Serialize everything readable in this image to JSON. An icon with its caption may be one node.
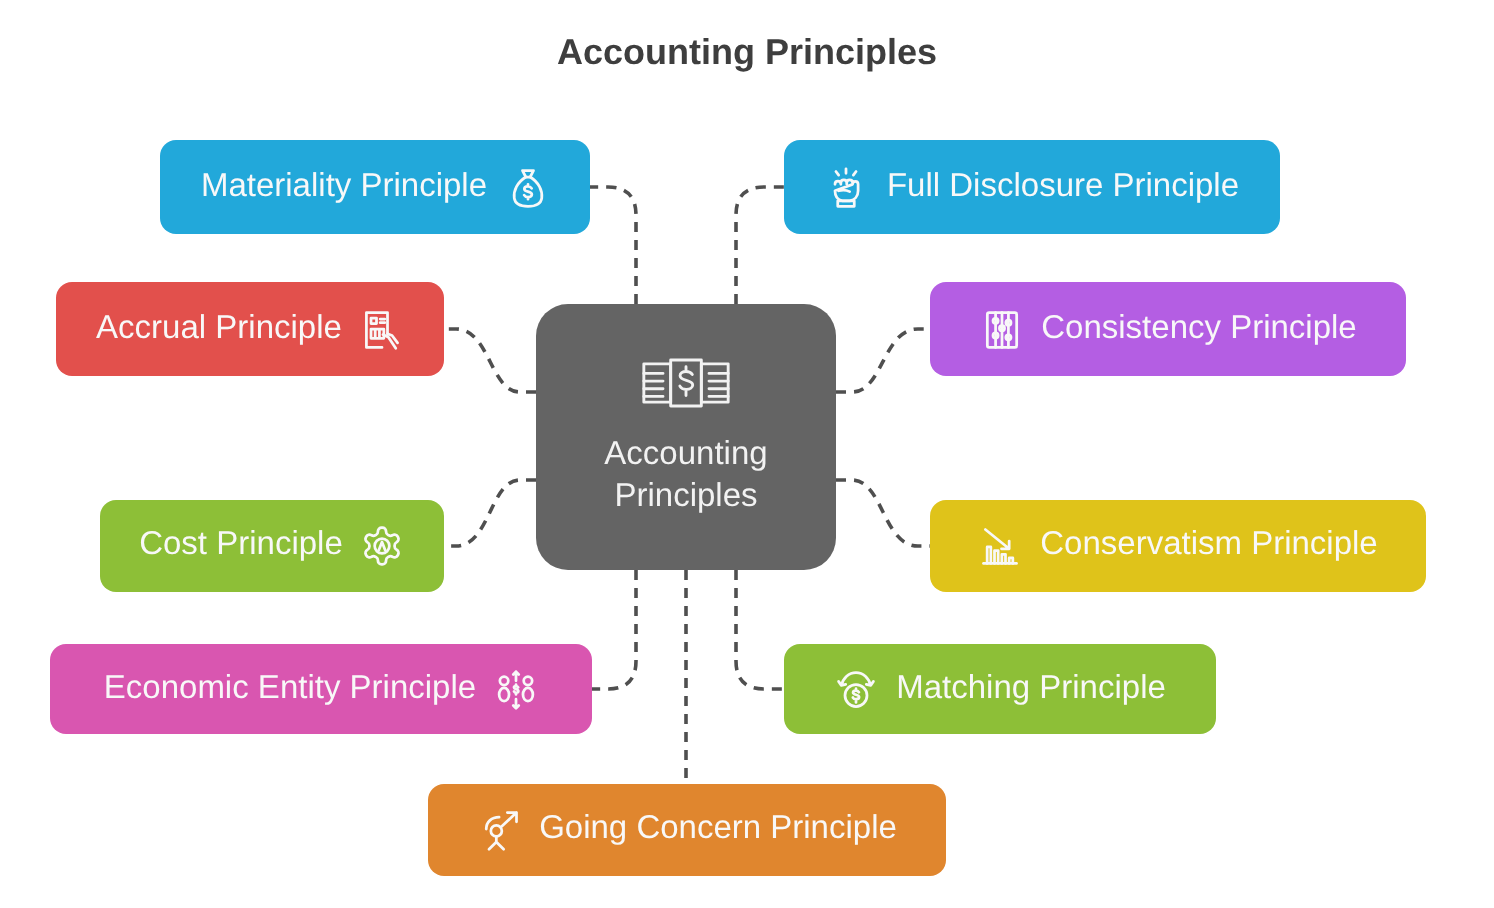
{
  "diagram": {
    "title": "Accounting Principles",
    "nodes": [
      {
        "text": [
          "Accounting Principles"
        ]
      },
      {
        "text": [
          "Materiality Principle"
        ]
      },
      {
        "text": [
          "Full Disclosure Principle"
        ]
      },
      {
        "text": [
          "Accrual Principle"
        ]
      },
      {
        "text": [
          "Consistency Principle"
        ]
      },
      {
        "text": [
          "Cost Principle"
        ]
      },
      {
        "text": [
          "Conservatism Principle"
        ]
      },
      {
        "text": [
          "Economic Entity Principle"
        ]
      },
      {
        "text": [
          "Matching Principle"
        ]
      },
      {
        "text": [
          "Going Concern Principle"
        ]
      }
    ],
    "edges": [
      {
        "from": 0,
        "to": 1,
        "arrow": "none"
      },
      {
        "from": 0,
        "to": 2,
        "arrow": "none"
      },
      {
        "from": 0,
        "to": 3,
        "arrow": "none"
      },
      {
        "from": 0,
        "to": 4,
        "arrow": "none"
      },
      {
        "from": 0,
        "to": 5,
        "arrow": "none"
      },
      {
        "from": 0,
        "to": 6,
        "arrow": "none"
      },
      {
        "from": 0,
        "to": 7,
        "arrow": "none"
      },
      {
        "from": 0,
        "to": 8,
        "arrow": "none"
      },
      {
        "from": 0,
        "to": 9,
        "arrow": "none"
      }
    ]
  }
}
